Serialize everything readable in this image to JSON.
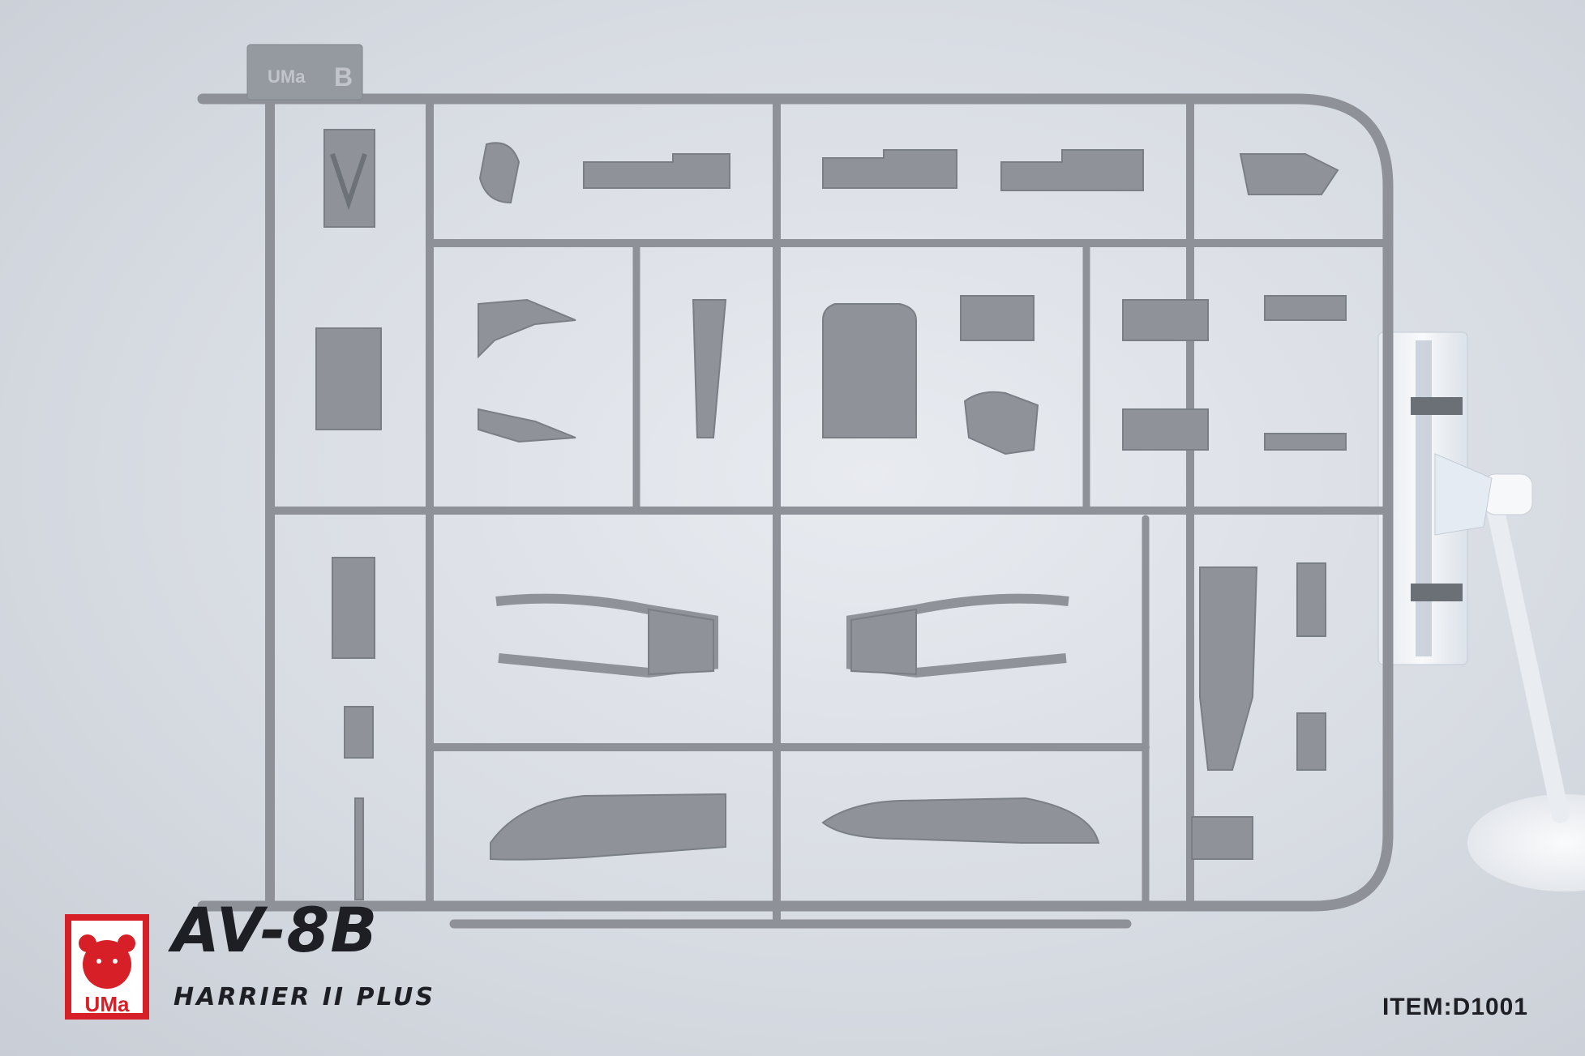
{
  "product": {
    "title": "AV-8B",
    "subtitle": "HARRIER II PLUS",
    "item_code": "ITEM:D1001"
  },
  "logo": {
    "text": "UMa",
    "color": "#d61f26"
  },
  "sprue": {
    "tag_brand": "UMa",
    "tag_letter": "B",
    "color": "#8e9197"
  }
}
